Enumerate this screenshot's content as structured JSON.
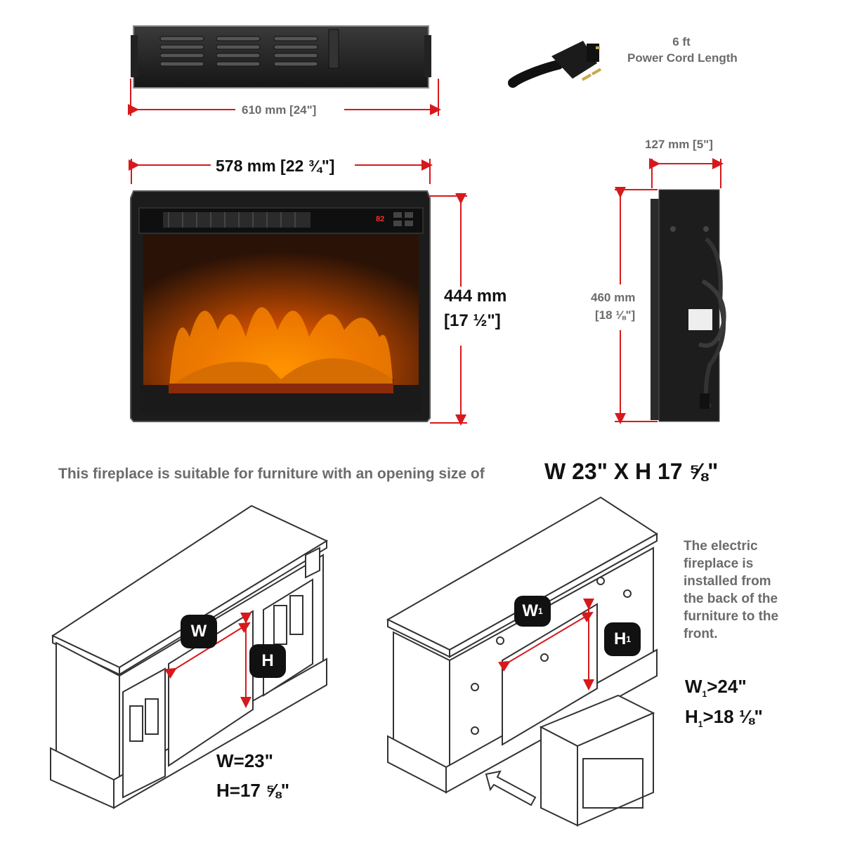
{
  "dimensions": {
    "top_width": "610 mm [24\"]",
    "front_width": "578 mm [22 ¾\"]",
    "front_height_mm": "444 mm",
    "front_height_in": "[17 ½\"]",
    "depth": "127 mm [5\"]",
    "side_height_mm": "460 mm",
    "side_height_in": "[18 ⅛\"]"
  },
  "power_cord": {
    "length": "6 ft",
    "label": "Power Cord Length"
  },
  "display_reading": "82",
  "fit_statement": {
    "prefix": "This fireplace is suitable for furniture with an opening size of",
    "size": "W 23\" X H 17 ⅝\""
  },
  "front_install": {
    "badge_w": "W",
    "badge_h": "H",
    "w_value": "W=23\"",
    "h_value": "H=17 ⅝\""
  },
  "rear_install": {
    "badge_w": "W",
    "badge_w_sub": "1",
    "badge_h": "H",
    "badge_h_sub": "1",
    "w_req_prefix": "W",
    "w_req_sub": "1",
    "w_req_value": ">24\"",
    "h_req_prefix": "H",
    "h_req_sub": "1",
    "h_req_value": ">18 ⅛\""
  },
  "note_lines": [
    "The electric",
    "fireplace is",
    "installed from",
    "the back of the",
    "furniture to the",
    "front."
  ],
  "colors": {
    "dimension_line": "#d7191c",
    "unit_body": "#222222",
    "text_gray": "#6b6b6b",
    "flame": "#ff8a00"
  }
}
